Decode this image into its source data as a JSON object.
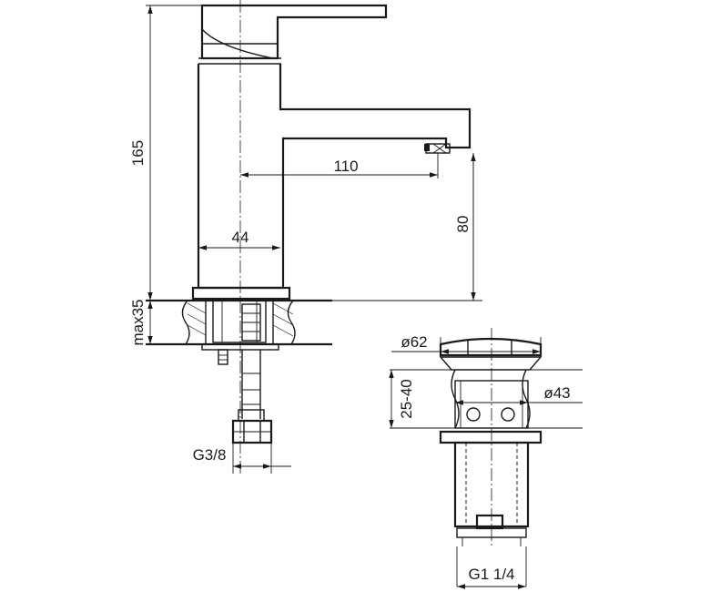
{
  "faucet": {
    "dimensions": {
      "height": "165",
      "reach": "110",
      "spout_height": "80",
      "body_diameter": "44",
      "max_deck_thickness": "max35",
      "supply_thread": "G3/8"
    }
  },
  "drain": {
    "dimensions": {
      "cap_diameter": "ø62",
      "basin_thickness": "25-40",
      "body_diameter": "ø43",
      "thread": "G1 1/4"
    }
  }
}
